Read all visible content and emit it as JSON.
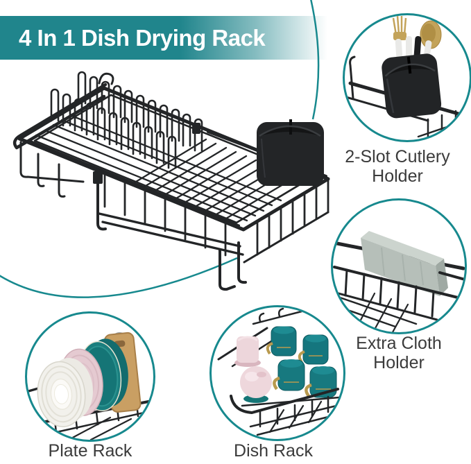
{
  "banner": {
    "title": "4 In 1 Dish Drying Rack"
  },
  "callouts": {
    "cutlery": {
      "label": "2-Slot Cutlery Holder"
    },
    "cloth": {
      "label": "Extra Cloth Holder"
    },
    "plate": {
      "label": "Plate Rack"
    },
    "dish": {
      "label": "Dish Rack"
    }
  },
  "colors": {
    "accent_teal": "#17898e",
    "banner_teal": "#20858c",
    "label_text": "#3b3b3b",
    "rack_black": "#232527",
    "cutlery_gold": "#c3a35a",
    "cloth_gray": "#b6bfb9",
    "plate_white": "#f2f1ec",
    "plate_pink": "#e5cad1",
    "plate_teal": "#1a7e7e",
    "cutting_board_wood": "#c99f63",
    "mug_teal": "#15767e",
    "cup_pink": "#edd6db"
  }
}
